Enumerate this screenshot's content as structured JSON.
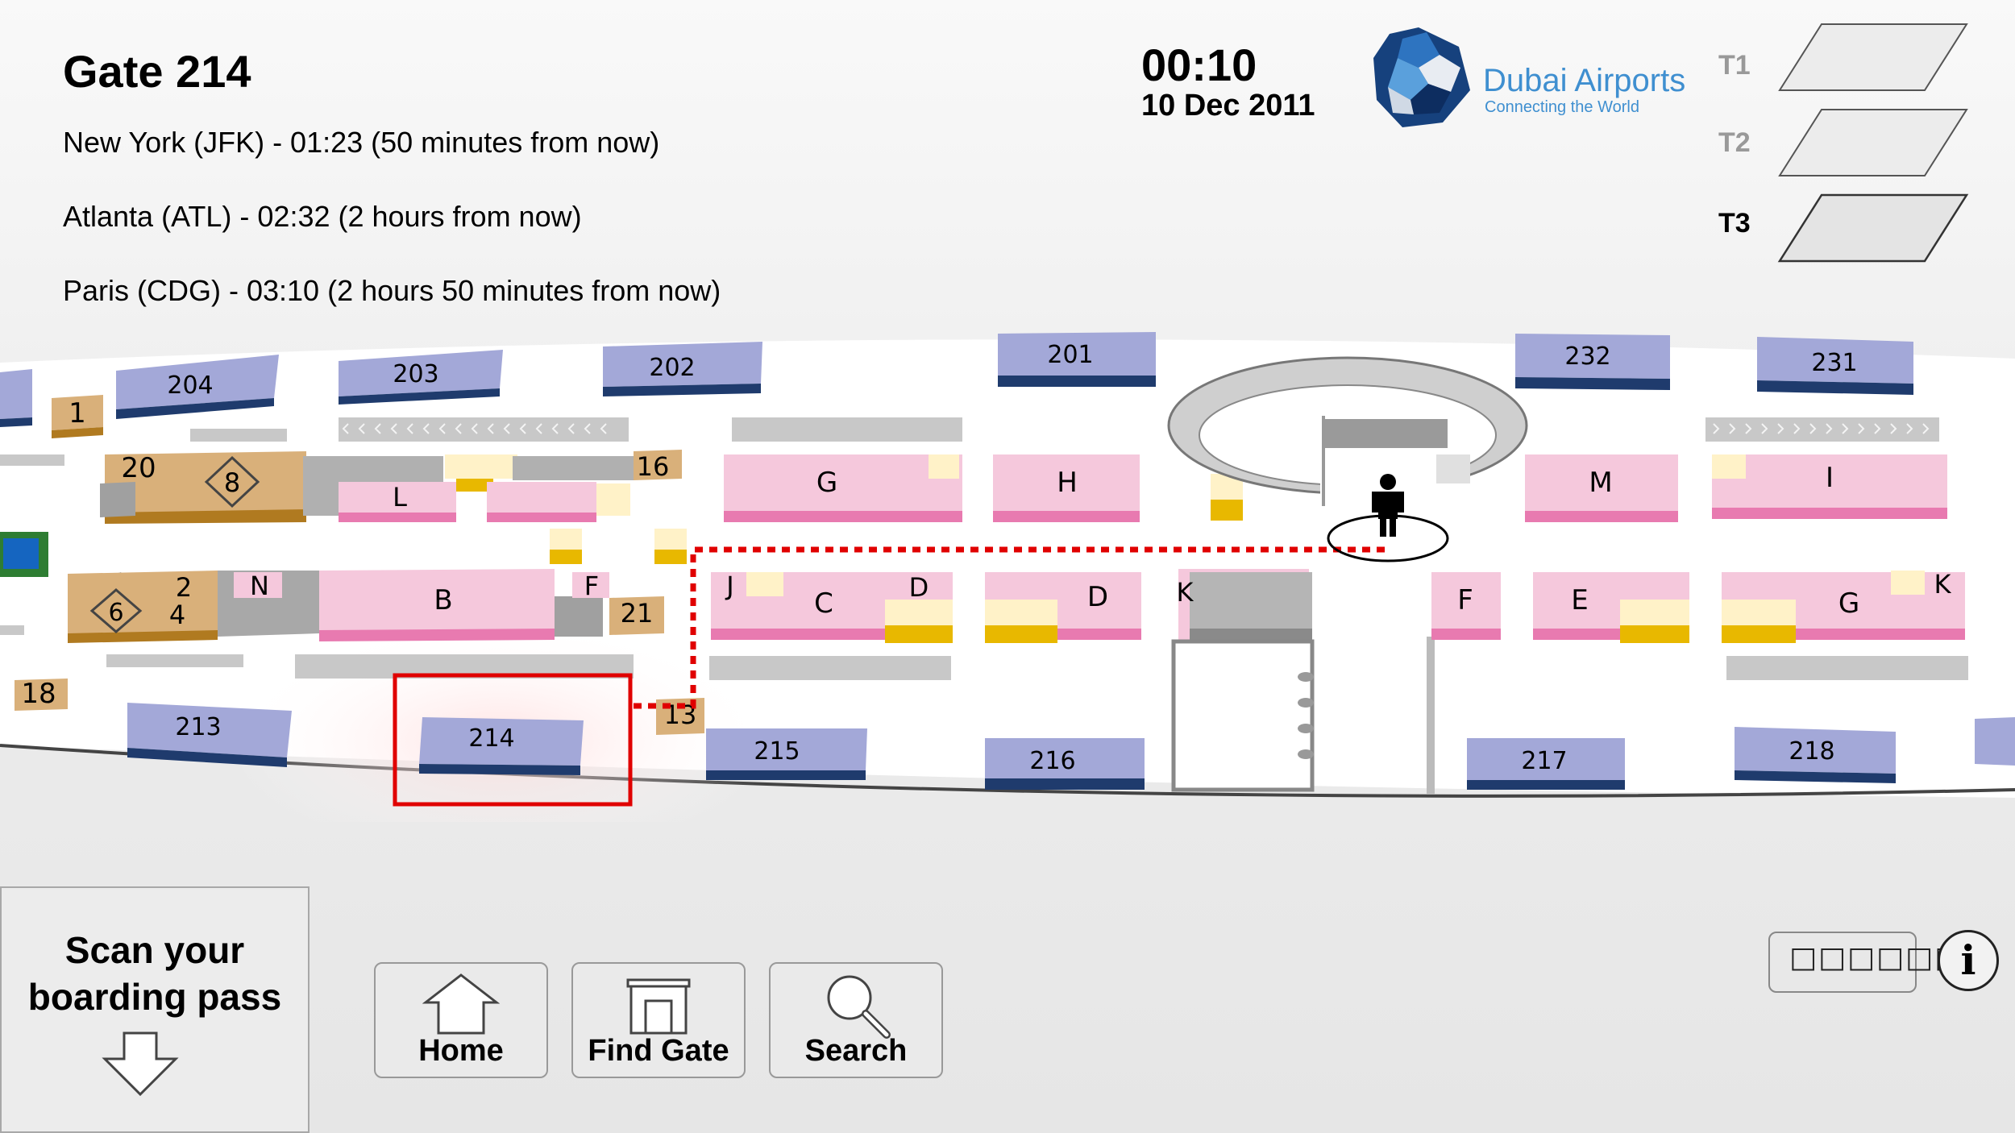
{
  "header": {
    "gate_title": "Gate 214",
    "flights": [
      "New York (JFK) - 01:23 (50 minutes from now)",
      "Atlanta (ATL) - 02:32 (2 hours from now)",
      "Paris (CDG) - 03:10 (2 hours 50 minutes from now)"
    ],
    "time": "00:10",
    "date": "10 Dec 2011"
  },
  "logo": {
    "name": "Dubai Airports",
    "tagline": "Connecting the World"
  },
  "terminals": [
    {
      "label": "T1",
      "active": false
    },
    {
      "label": "T2",
      "active": false
    },
    {
      "label": "T3",
      "active": true
    }
  ],
  "map": {
    "gates_top": [
      "204",
      "203",
      "202",
      "201",
      "232",
      "231"
    ],
    "gates_bottom": [
      "213",
      "214",
      "215",
      "216",
      "217",
      "218"
    ],
    "selected_gate": "214",
    "zones_top": [
      "L",
      "G",
      "H",
      "M",
      "I"
    ],
    "zones_mid": [
      "N",
      "B",
      "F",
      "J",
      "C",
      "D",
      "D",
      "K",
      "F",
      "E",
      "K",
      "G"
    ],
    "numbers": [
      "1",
      "20",
      "8",
      "16",
      "2",
      "6",
      "4",
      "21",
      "18",
      "13"
    ]
  },
  "controls": {
    "scan_text": "Scan your boarding pass",
    "home": "Home",
    "find_gate": "Find Gate",
    "search": "Search",
    "language": "□□□□□□□",
    "info": "i"
  },
  "colors": {
    "gate_fill": "#a3a8d8",
    "gate_dark": "#1f3b6d",
    "shop_pink": "#f5c8dc",
    "shop_pink_dark": "#e87ab0",
    "cafe_yellow": "#e8b800",
    "highlight_red": "#e00000"
  }
}
